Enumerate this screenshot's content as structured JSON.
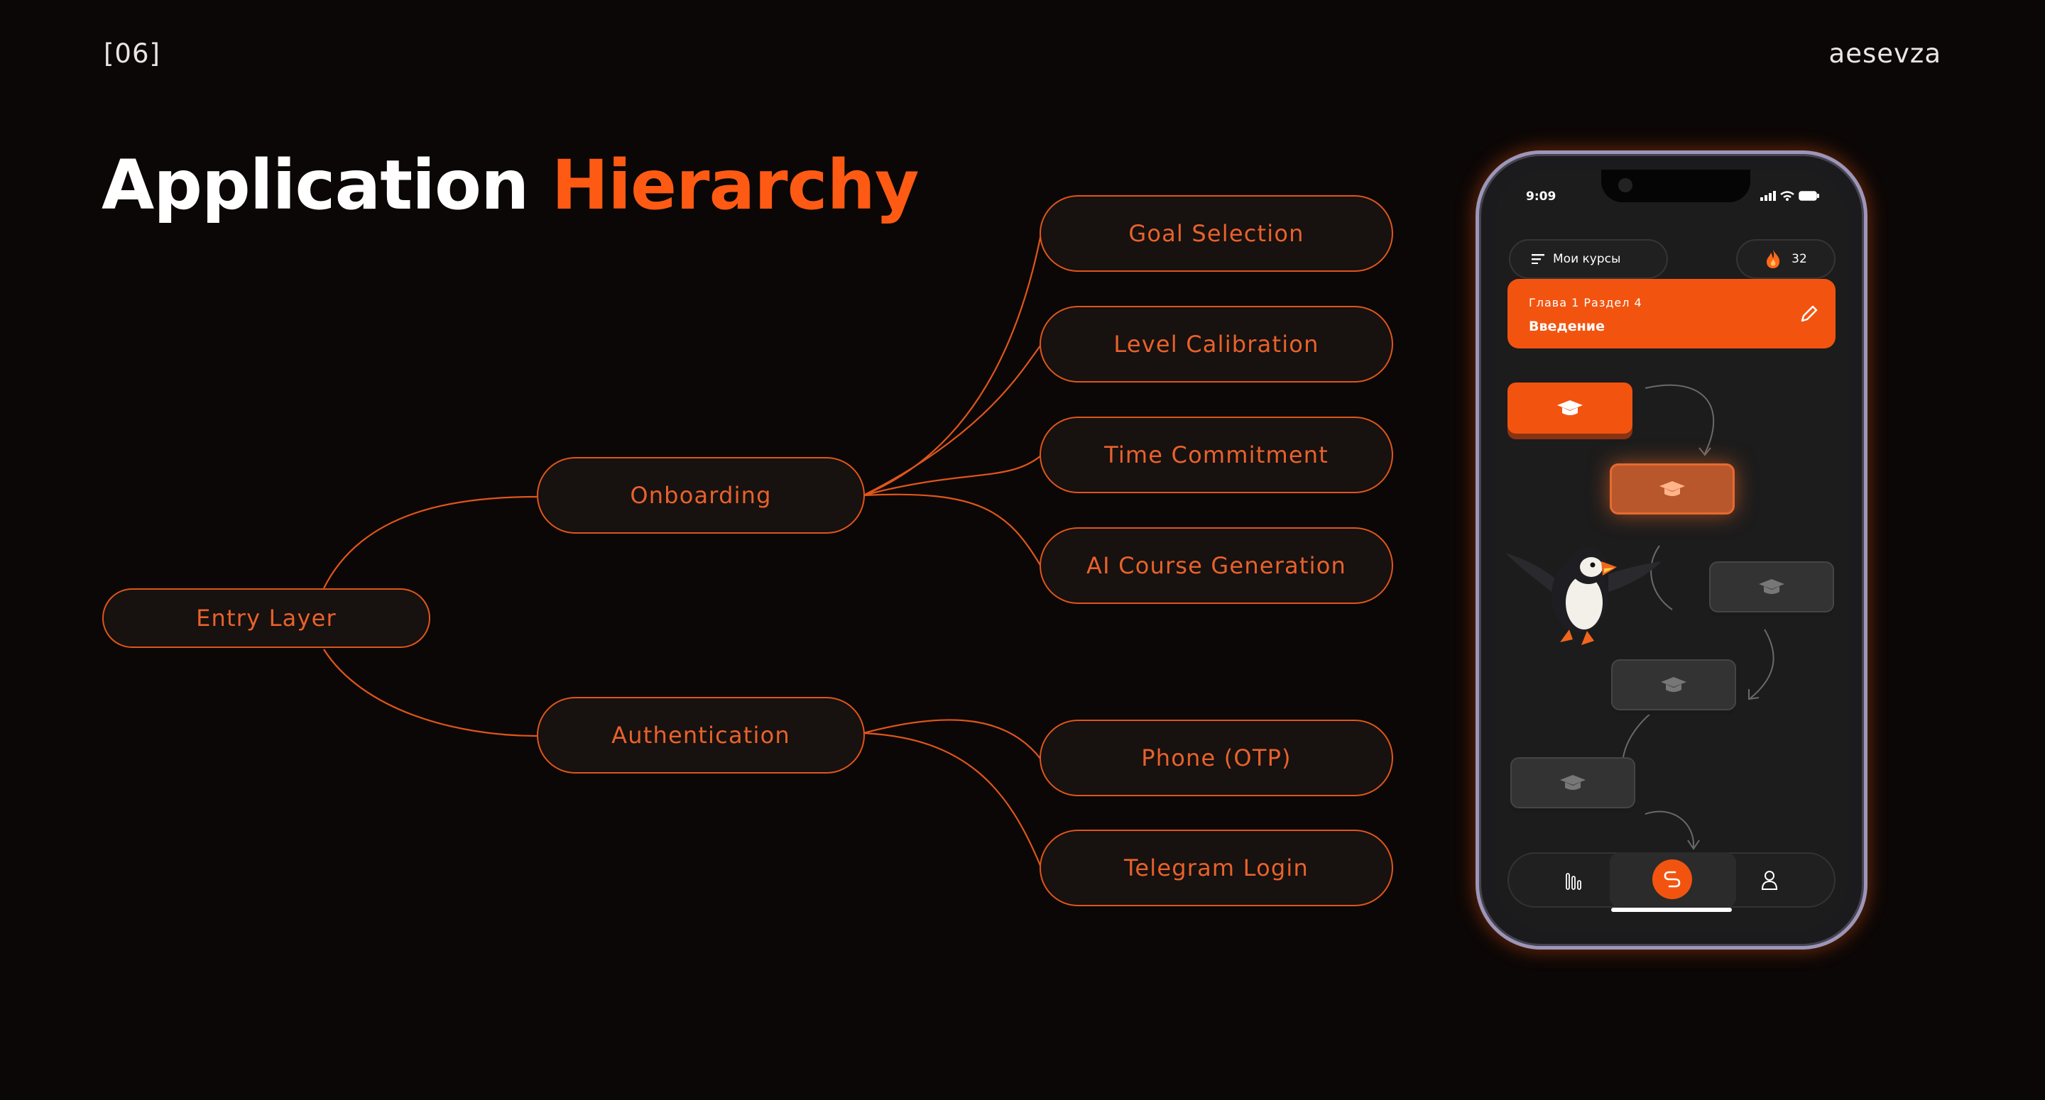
{
  "header": {
    "page_number": "[06]",
    "author": "aesevza",
    "title_main": "Application",
    "title_accent": "Hierarchy"
  },
  "colors": {
    "accent": "#ff5a14",
    "node_border": "#e0551b",
    "node_text": "#e8622b",
    "background": "#0b0706"
  },
  "diagram": {
    "root": "Entry Layer",
    "branches": [
      {
        "label": "Onboarding",
        "children": [
          "Goal Selection",
          "Level Calibration",
          "Time Commitment",
          "AI Course Generation"
        ]
      },
      {
        "label": "Authentication",
        "children": [
          "Phone (OTP)",
          "Telegram Login"
        ]
      }
    ]
  },
  "phone": {
    "time": "9:09",
    "courses_button": "Мои курсы",
    "streak_count": "32",
    "lesson": {
      "chapter_section": "Глава 1  Раздел 4",
      "title": "Введение"
    },
    "path_nodes": [
      {
        "state": "completed",
        "icon": "graduation-cap-icon"
      },
      {
        "state": "current",
        "icon": "graduation-cap-icon"
      },
      {
        "state": "locked",
        "icon": "graduation-cap-icon"
      },
      {
        "state": "locked",
        "icon": "graduation-cap-icon"
      },
      {
        "state": "locked",
        "icon": "graduation-cap-icon"
      }
    ],
    "mascot": "puffin",
    "tabs": [
      {
        "icon": "stats-icon",
        "active": false
      },
      {
        "icon": "path-icon",
        "active": true
      },
      {
        "icon": "profile-icon",
        "active": false
      }
    ]
  }
}
